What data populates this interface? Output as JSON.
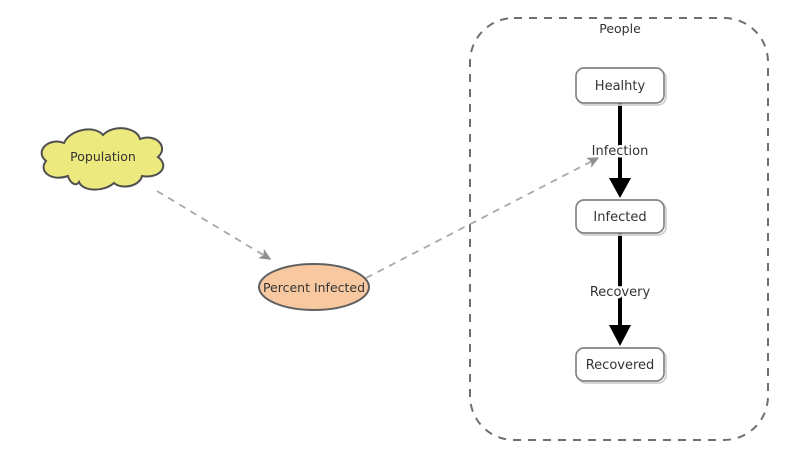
{
  "diagram_type": "system-dynamics-model",
  "container": {
    "label": "People"
  },
  "nodes": {
    "population": {
      "label": "Population",
      "type": "cloud"
    },
    "percent_infected": {
      "label": "Percent Infected",
      "type": "variable"
    },
    "healthy": {
      "label": "Healhty",
      "type": "stock"
    },
    "infected": {
      "label": "Infected",
      "type": "stock"
    },
    "recovered": {
      "label": "Recovered",
      "type": "stock"
    }
  },
  "flows": [
    {
      "label": "Infection",
      "from": "Healhty",
      "to": "Infected"
    },
    {
      "label": "Recovery",
      "from": "Infected",
      "to": "Recovered"
    }
  ],
  "links": [
    {
      "from": "Population",
      "to": "Percent Infected"
    },
    {
      "from": "Percent Infected",
      "to": "Infection"
    }
  ],
  "colors": {
    "cloud_fill": "#ece97e",
    "cloud_stroke": "#4f4f4f",
    "variable_fill": "#f8c9a1",
    "variable_stroke": "#5f5f5f",
    "stock_fill": "#ffffff",
    "stock_stroke": "#848484",
    "flow_color": "#000000",
    "link_color": "#a9a9a9",
    "container_stroke": "#6f6f6f",
    "label_color": "#333333",
    "canvas_bg": "#ffffff"
  }
}
